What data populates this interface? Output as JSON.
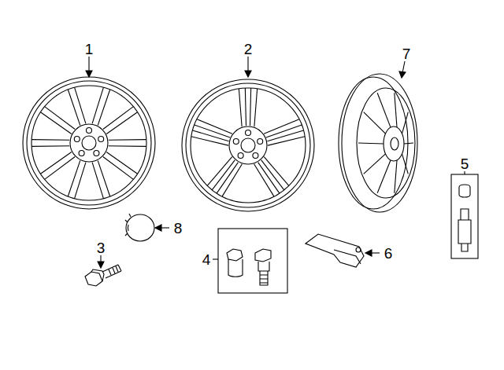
{
  "diagram": {
    "labels": [
      "1",
      "2",
      "7",
      "5",
      "8",
      "3",
      "4",
      "6"
    ]
  }
}
